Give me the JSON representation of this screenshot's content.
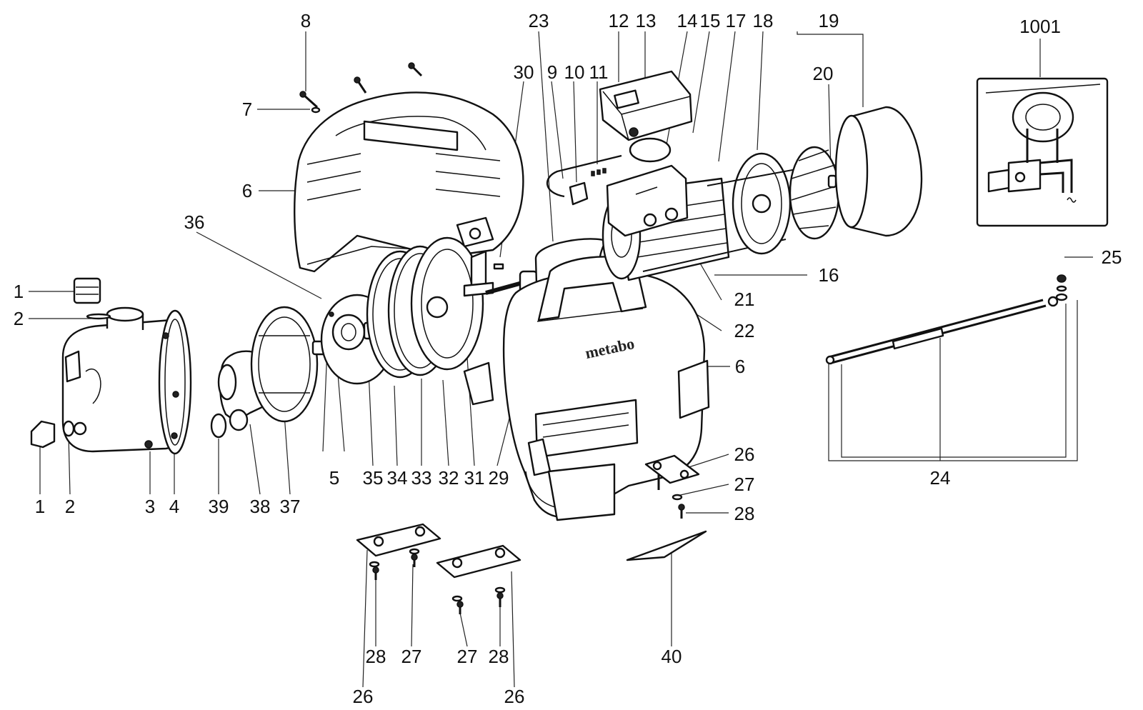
{
  "diagram": {
    "brand_logo": "metabo",
    "labels": [
      {
        "id": "l-8",
        "text": "8"
      },
      {
        "id": "l-7",
        "text": "7"
      },
      {
        "id": "l-6a",
        "text": "6"
      },
      {
        "id": "l-36",
        "text": "36"
      },
      {
        "id": "l-30",
        "text": "30"
      },
      {
        "id": "l-23",
        "text": "23"
      },
      {
        "id": "l-9",
        "text": "9"
      },
      {
        "id": "l-10",
        "text": "10"
      },
      {
        "id": "l-11",
        "text": "11"
      },
      {
        "id": "l-12",
        "text": "12"
      },
      {
        "id": "l-13",
        "text": "13"
      },
      {
        "id": "l-14",
        "text": "14"
      },
      {
        "id": "l-15",
        "text": "15"
      },
      {
        "id": "l-17",
        "text": "17"
      },
      {
        "id": "l-18",
        "text": "18"
      },
      {
        "id": "l-19",
        "text": "19"
      },
      {
        "id": "l-20",
        "text": "20"
      },
      {
        "id": "l-1001",
        "text": "1001"
      },
      {
        "id": "l-1a",
        "text": "1"
      },
      {
        "id": "l-2a",
        "text": "2"
      },
      {
        "id": "l-1b",
        "text": "1"
      },
      {
        "id": "l-2b",
        "text": "2"
      },
      {
        "id": "l-3",
        "text": "3"
      },
      {
        "id": "l-4",
        "text": "4"
      },
      {
        "id": "l-39",
        "text": "39"
      },
      {
        "id": "l-38",
        "text": "38"
      },
      {
        "id": "l-37",
        "text": "37"
      },
      {
        "id": "l-5",
        "text": "5"
      },
      {
        "id": "l-35",
        "text": "35"
      },
      {
        "id": "l-34",
        "text": "34"
      },
      {
        "id": "l-33",
        "text": "33"
      },
      {
        "id": "l-32",
        "text": "32"
      },
      {
        "id": "l-31",
        "text": "31"
      },
      {
        "id": "l-29",
        "text": "29"
      },
      {
        "id": "l-16",
        "text": "16"
      },
      {
        "id": "l-21",
        "text": "21"
      },
      {
        "id": "l-22",
        "text": "22"
      },
      {
        "id": "l-6b",
        "text": "6"
      },
      {
        "id": "l-25",
        "text": "25"
      },
      {
        "id": "l-24",
        "text": "24"
      },
      {
        "id": "l-26a",
        "text": "26"
      },
      {
        "id": "l-27a",
        "text": "27"
      },
      {
        "id": "l-28a",
        "text": "28"
      },
      {
        "id": "l-40",
        "text": "40"
      },
      {
        "id": "l-28b",
        "text": "28"
      },
      {
        "id": "l-27b",
        "text": "27"
      },
      {
        "id": "l-27c",
        "text": "27"
      },
      {
        "id": "l-28c",
        "text": "28"
      },
      {
        "id": "l-26b",
        "text": "26"
      },
      {
        "id": "l-26c",
        "text": "26"
      }
    ]
  }
}
